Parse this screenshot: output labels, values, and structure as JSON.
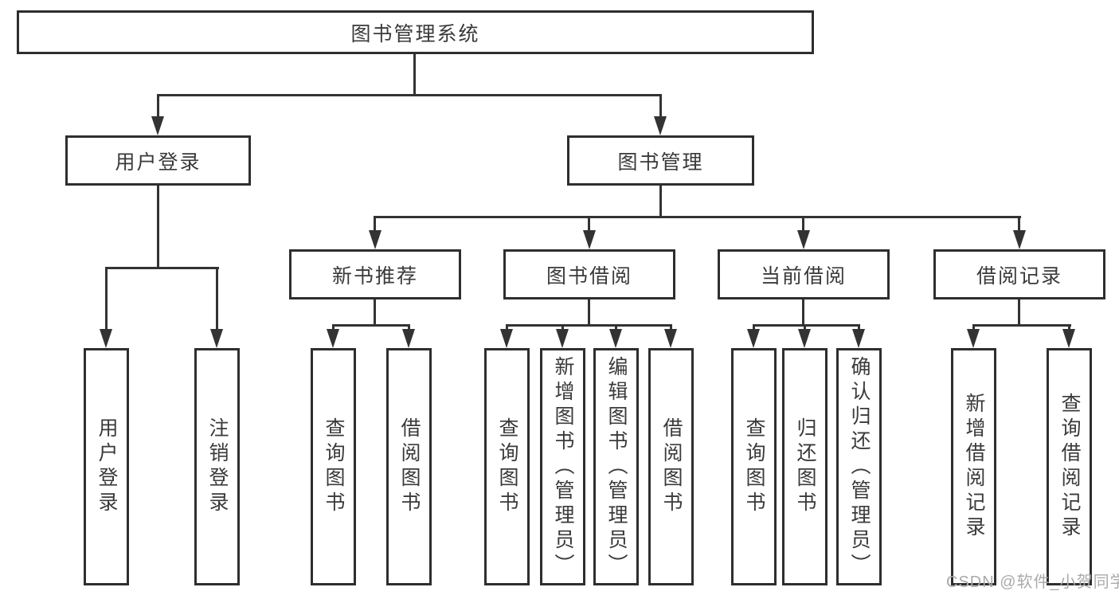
{
  "tree": {
    "root": "图书管理系统",
    "branches": [
      {
        "label": "用户登录",
        "leaves": [
          "用户登录",
          "注销登录"
        ]
      },
      {
        "label": "图书管理",
        "groups": [
          {
            "label": "新书推荐",
            "leaves": [
              "查询图书",
              "借阅图书"
            ]
          },
          {
            "label": "图书借阅",
            "leaves": [
              "查询图书",
              "新增图书（管理员）",
              "编辑图书（管理员）",
              "借阅图书"
            ]
          },
          {
            "label": "当前借阅",
            "leaves": [
              "查询图书",
              "归还图书",
              "确认归还（管理员）"
            ]
          },
          {
            "label": "借阅记录",
            "leaves": [
              "新增借阅记录",
              "查询借阅记录"
            ]
          }
        ]
      }
    ]
  },
  "watermark": "CSDN @软件_小贺同学",
  "colors": {
    "line": "#333333",
    "box_border": "#2e2e2e",
    "text": "#3a3a3a",
    "watermark": "#aaaaaa",
    "background": "#ffffff"
  }
}
